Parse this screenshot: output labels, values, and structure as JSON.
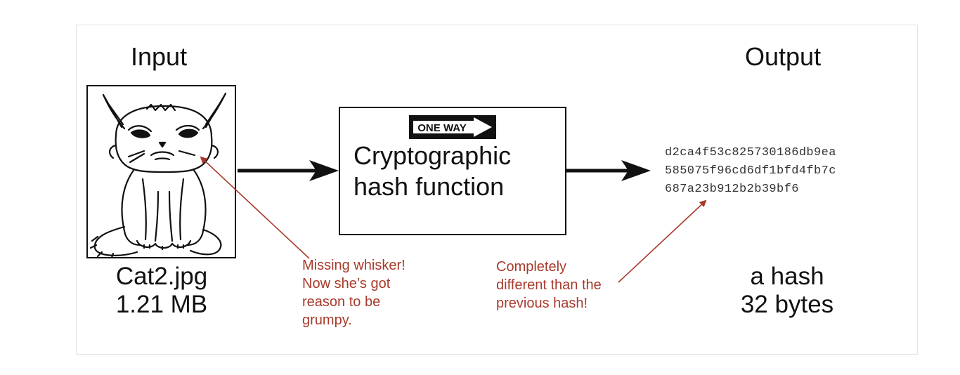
{
  "input": {
    "heading": "Input",
    "file_name": "Cat2.jpg",
    "file_size": "1.21 MB",
    "image_icon": "grumpy-cat-drawing"
  },
  "process": {
    "sign_text": "ONE WAY",
    "title_line1": "Cryptographic",
    "title_line2": "hash function"
  },
  "output": {
    "heading": "Output",
    "hash_lines": [
      "d2ca4f53c825730186db9ea",
      "585075f96cd6df1bfd4fb7c",
      "687a23b912b2b39bf6"
    ],
    "label": "a hash",
    "size": "32 bytes"
  },
  "annotations": {
    "cat_note": [
      "Missing whisker!",
      "Now she’s got",
      "reason to be",
      "grumpy."
    ],
    "hash_note": [
      "Completely",
      "different than the",
      "previous hash!"
    ]
  },
  "colors": {
    "annotation": "#a83a2c",
    "ink": "#111111",
    "hash_text": "#333333"
  }
}
